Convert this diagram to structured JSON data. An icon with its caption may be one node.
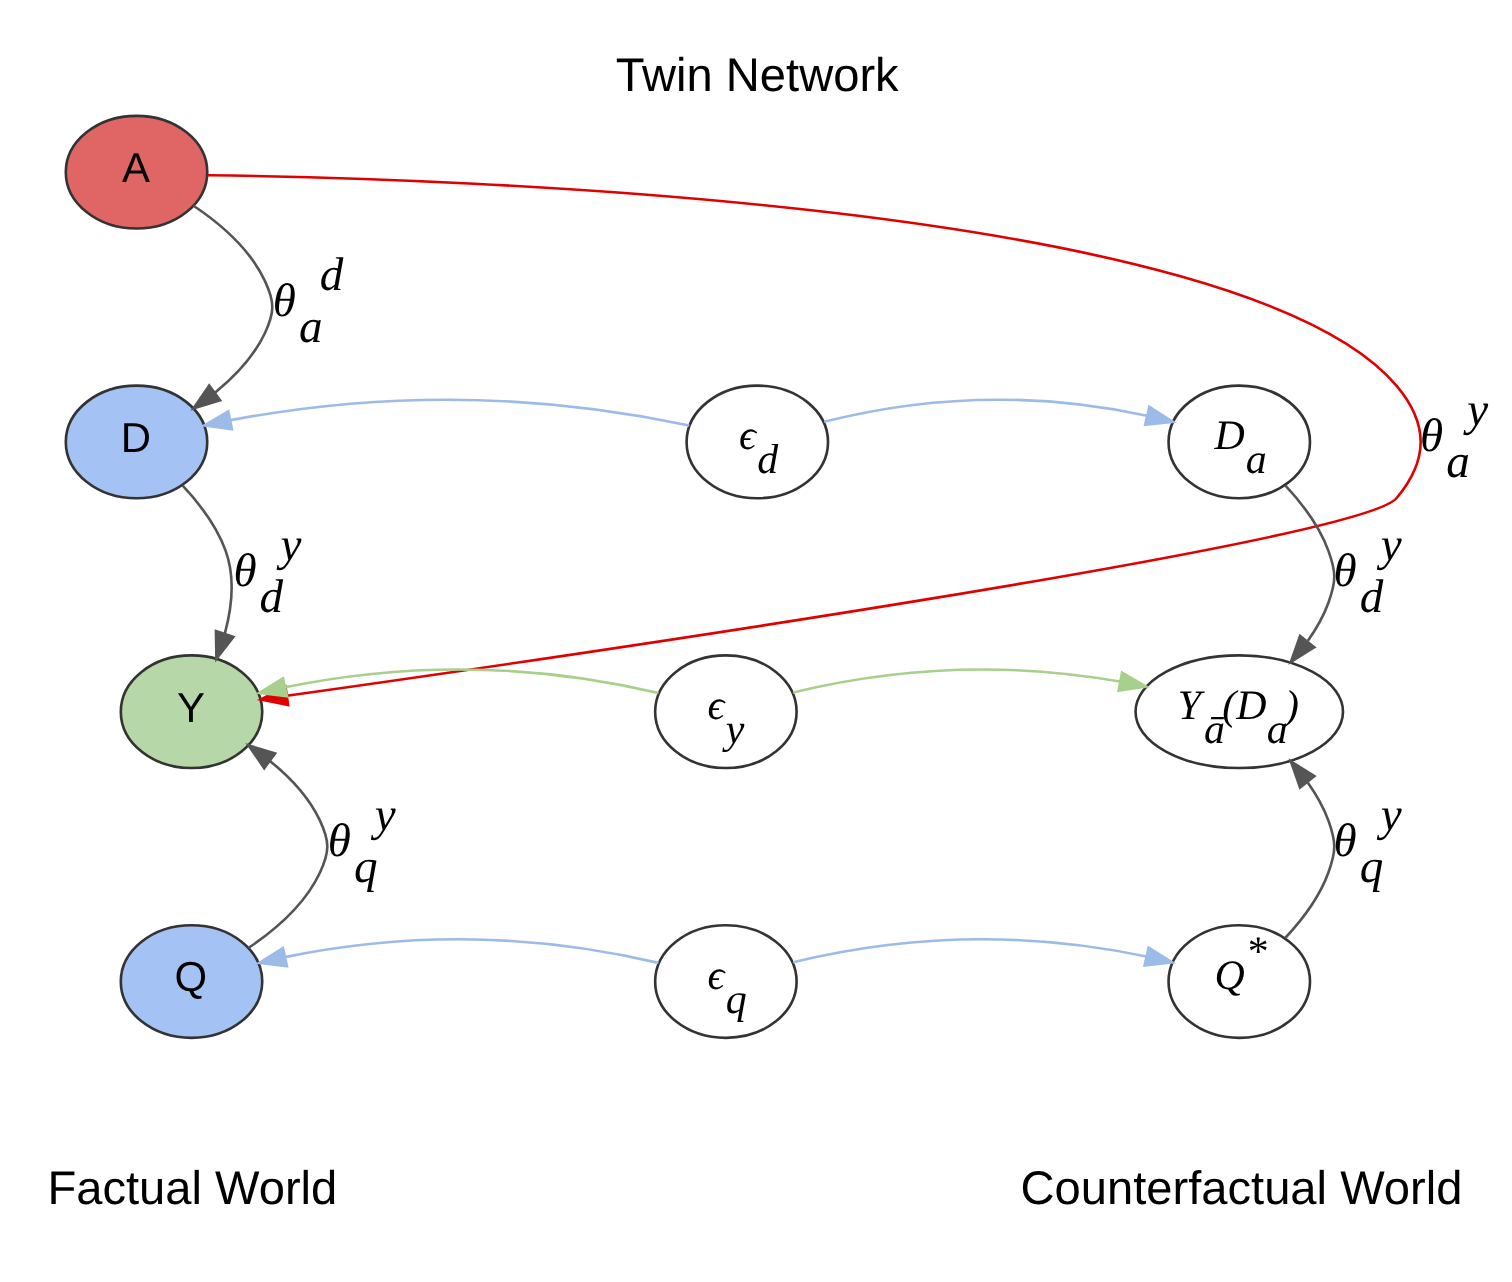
{
  "diagram": {
    "title": "Twin Network",
    "nodes": [
      {
        "text": [
          "A"
        ]
      },
      {
        "text": [
          "D"
        ]
      },
      {
        "text": [
          "Y"
        ]
      },
      {
        "text": [
          "Q"
        ]
      },
      {
        "text": [
          "ϵ$_{d}$"
        ]
      },
      {
        "text": [
          "ϵ$_{y}$"
        ]
      },
      {
        "text": [
          "ϵ$_{q}$"
        ]
      },
      {
        "text": [
          "D$_{a}$"
        ]
      },
      {
        "text": [
          "Y$_{ā}$(D$_{a}$)"
        ]
      },
      {
        "text": [
          "Q$^{*}$"
        ]
      }
    ],
    "edges": [
      {
        "from": 0,
        "to": 1,
        "arrow": "to",
        "label": "θ$_{a}$$^{d}$"
      },
      {
        "from": 0,
        "to": 2,
        "arrow": "to",
        "label": "θ$_{a}$$^{y}$",
        "color": "#e00000"
      },
      {
        "from": 1,
        "to": 2,
        "arrow": "to",
        "label": "θ$_{d}$$^{y}$"
      },
      {
        "from": 3,
        "to": 2,
        "arrow": "to",
        "label": "θ$_{q}$$^{y}$"
      },
      {
        "from": 4,
        "to": 1,
        "arrow": "to",
        "color": "#9dbbe8"
      },
      {
        "from": 4,
        "to": 7,
        "arrow": "to",
        "color": "#9dbbe8"
      },
      {
        "from": 5,
        "to": 2,
        "arrow": "to",
        "color": "#a8d08d"
      },
      {
        "from": 5,
        "to": 8,
        "arrow": "to",
        "color": "#a8d08d"
      },
      {
        "from": 6,
        "to": 3,
        "arrow": "to",
        "color": "#9dbbe8"
      },
      {
        "from": 6,
        "to": 9,
        "arrow": "to",
        "color": "#9dbbe8"
      },
      {
        "from": 7,
        "to": 8,
        "arrow": "to",
        "label": "θ$_{d}$$^{y}$"
      },
      {
        "from": 9,
        "to": 8,
        "arrow": "to",
        "label": "θ$_{q}$$^{y}$"
      }
    ],
    "labels": [
      "Factual World",
      "Counterfactual World"
    ]
  }
}
